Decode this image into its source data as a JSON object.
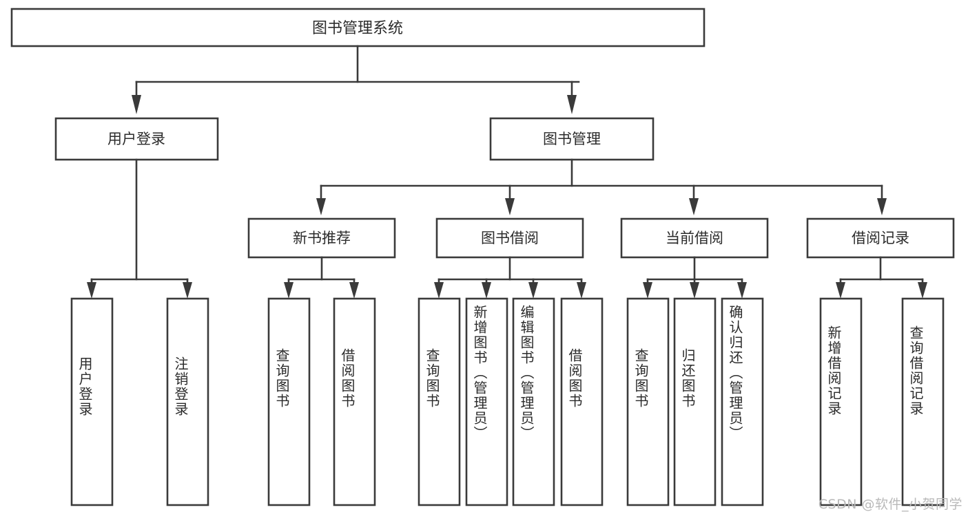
{
  "diagram": {
    "type": "tree",
    "title": "图书管理系统",
    "watermark": "CSDN @软件_小贺同学",
    "colors": {
      "stroke": "#3a3a3a",
      "box_fill": "#ffffff",
      "text": "#2b2b2b",
      "background": "#ffffff",
      "watermark": "#b9b9b9"
    },
    "root": {
      "label": "图书管理系统"
    },
    "level2": [
      {
        "label": "用户登录"
      },
      {
        "label": "图书管理"
      }
    ],
    "level3": [
      {
        "label": "新书推荐"
      },
      {
        "label": "图书借阅"
      },
      {
        "label": "当前借阅"
      },
      {
        "label": "借阅记录"
      }
    ],
    "leaves": {
      "user_login": [
        {
          "label": "用户登录"
        },
        {
          "label": "注销登录"
        }
      ],
      "new_book_recommend": [
        {
          "label": "查询图书"
        },
        {
          "label": "借阅图书"
        }
      ],
      "book_borrow": [
        {
          "label": "查询图书"
        },
        {
          "label": "新增图书（管理员）"
        },
        {
          "label": "编辑图书（管理员）"
        },
        {
          "label": "借阅图书"
        }
      ],
      "current_borrow": [
        {
          "label": "查询图书"
        },
        {
          "label": "归还图书"
        },
        {
          "label": "确认归还（管理员）"
        }
      ],
      "borrow_record": [
        {
          "label": "新增借阅记录"
        },
        {
          "label": "查询借阅记录"
        }
      ]
    },
    "edges": [
      {
        "from": "图书管理系统",
        "to": "用户登录"
      },
      {
        "from": "图书管理系统",
        "to": "图书管理"
      },
      {
        "from": "图书管理",
        "to": "新书推荐"
      },
      {
        "from": "图书管理",
        "to": "图书借阅"
      },
      {
        "from": "图书管理",
        "to": "当前借阅"
      },
      {
        "from": "图书管理",
        "to": "借阅记录"
      },
      {
        "from": "用户登录",
        "to": "用户登录"
      },
      {
        "from": "用户登录",
        "to": "注销登录"
      },
      {
        "from": "新书推荐",
        "to": "查询图书"
      },
      {
        "from": "新书推荐",
        "to": "借阅图书"
      },
      {
        "from": "图书借阅",
        "to": "查询图书"
      },
      {
        "from": "图书借阅",
        "to": "新增图书（管理员）"
      },
      {
        "from": "图书借阅",
        "to": "编辑图书（管理员）"
      },
      {
        "from": "图书借阅",
        "to": "借阅图书"
      },
      {
        "from": "当前借阅",
        "to": "查询图书"
      },
      {
        "from": "当前借阅",
        "to": "归还图书"
      },
      {
        "from": "当前借阅",
        "to": "确认归还（管理员）"
      },
      {
        "from": "借阅记录",
        "to": "新增借阅记录"
      },
      {
        "from": "借阅记录",
        "to": "查询借阅记录"
      }
    ]
  }
}
